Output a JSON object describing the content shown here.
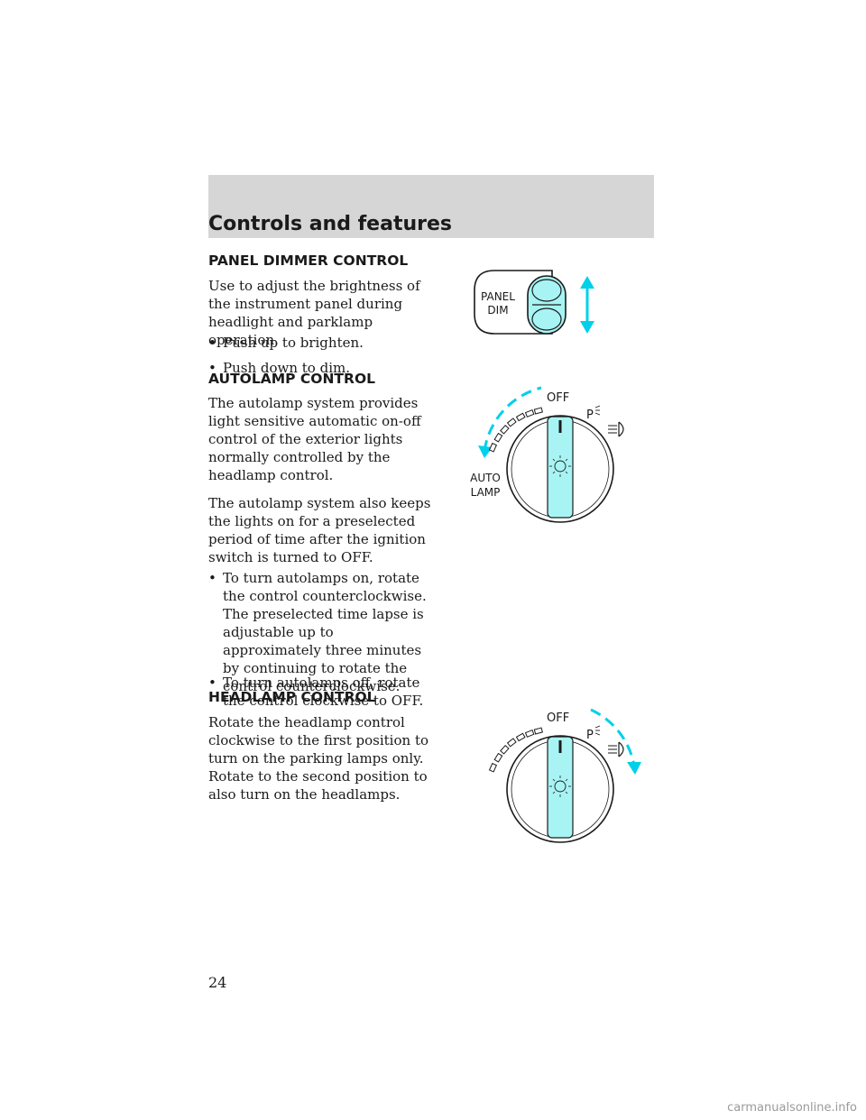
{
  "header": {
    "title": "Controls and features"
  },
  "panel_dimmer": {
    "heading": "PANEL DIMMER CONTROL",
    "intro": "Use to adjust the brightness of the instrument panel during headlight and parklamp operation.",
    "bullets": [
      "Push up to brighten.",
      "Push down to dim."
    ],
    "figure_label_line1": "PANEL",
    "figure_label_line2": "DIM"
  },
  "autolamp": {
    "heading": "AUTOLAMP CONTROL",
    "para1": "The autolamp system provides light sensitive automatic on-off control of the exterior lights normally controlled by the headlamp control.",
    "para2": "The autolamp system also keeps the lights on for a preselected period of time after the ignition switch is turned to OFF.",
    "bullets": [
      "To turn autolamps on, rotate the control counterclockwise. The preselected time lapse is adjustable up to approximately three minutes by continuing to rotate the control counterclockwise.",
      "To turn autolamps off, rotate the control clockwise to OFF."
    ],
    "figure_off": "OFF",
    "figure_p": "P",
    "figure_auto_line1": "AUTO",
    "figure_auto_line2": "LAMP"
  },
  "headlamp": {
    "heading": "HEADLAMP CONTROL",
    "para": "Rotate the headlamp control clockwise to the first position to turn on the parking lamps only. Rotate to the second position to also turn on the headlamps.",
    "figure_off": "OFF",
    "figure_p": "P"
  },
  "page_number": "24",
  "watermark": "carmanualsonline.info",
  "colors": {
    "accent": "#00d0e8",
    "knob_face": "#a8f4f4",
    "header_band": "#d6d6d6"
  }
}
